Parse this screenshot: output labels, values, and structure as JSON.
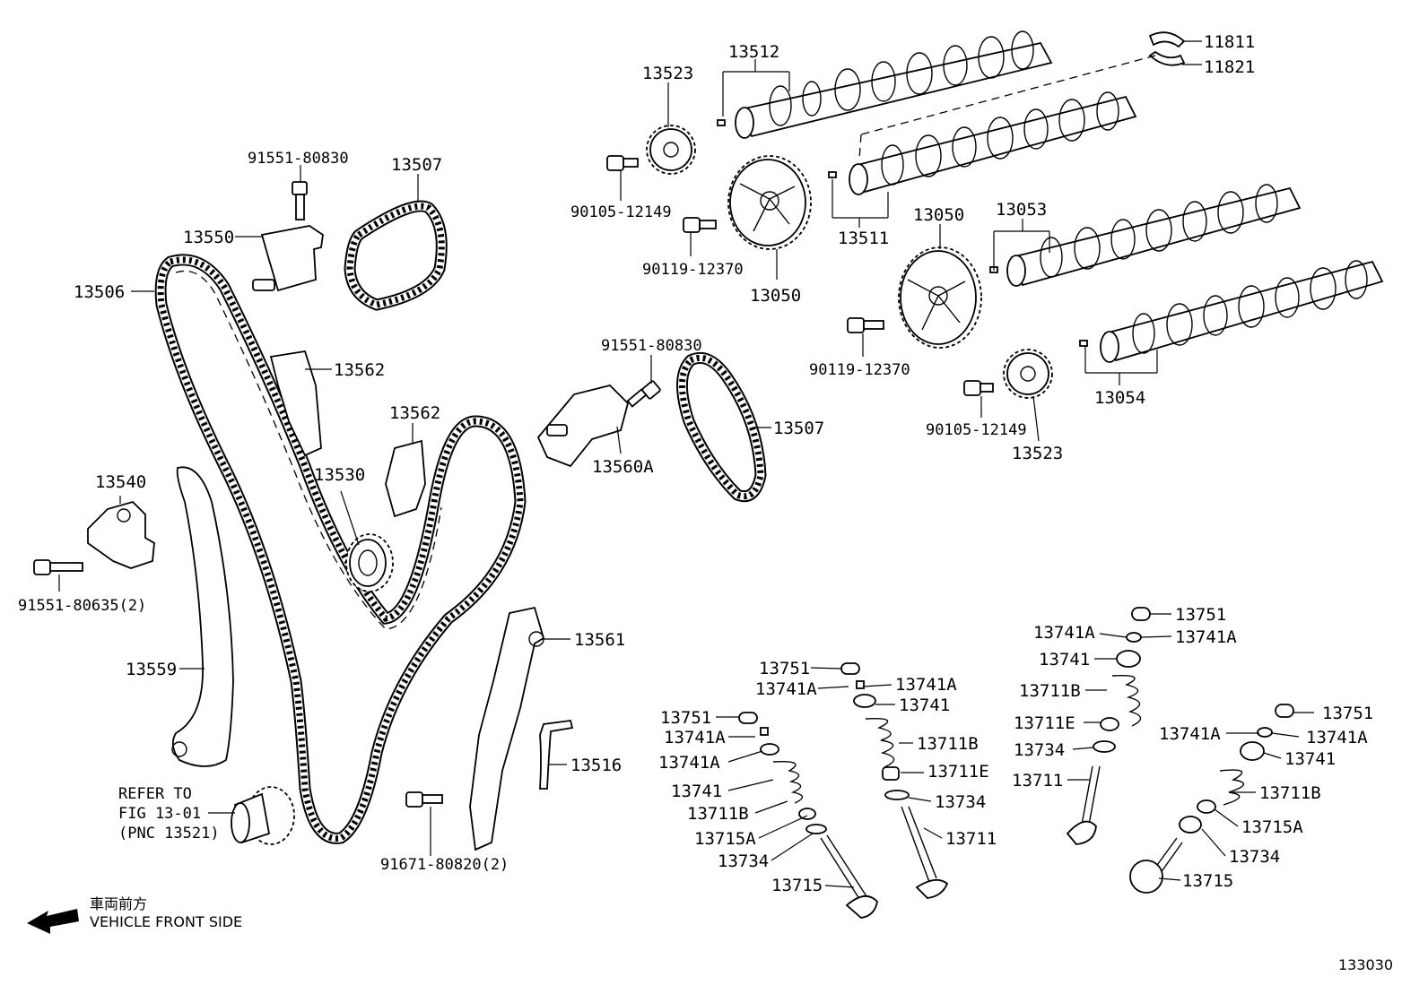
{
  "labels": {
    "p13512": "13512",
    "p13523_top": "13523",
    "p11811": "11811",
    "p11821": "11821",
    "p91551_80830_a": "91551-80830",
    "p13507_a": "13507",
    "p90105_12149_a": "90105-12149",
    "p13550": "13550",
    "p90119_12370_a": "90119-12370",
    "p13050_a": "13050",
    "p13511": "13511",
    "p13050_b": "13050",
    "p13053": "13053",
    "p13506": "13506",
    "p13562_a": "13562",
    "p91551_80830_b": "91551-80830",
    "p90119_12370_b": "90119-12370",
    "p13562_b": "13562",
    "p13507_b": "13507",
    "p13054": "13054",
    "p90105_12149_b": "90105-12149",
    "p13530": "13530",
    "p13560A": "13560A",
    "p13523_bot": "13523",
    "p13540": "13540",
    "p91551_80635": "91551-80635(2)",
    "p13561": "13561",
    "p13751_r": "13751",
    "p13741A_r1": "13741A",
    "p13741A_r2": "13741A",
    "p13741_r": "13741",
    "p13559": "13559",
    "p13751_m": "13751",
    "p13741A_m1": "13741A",
    "p13741A_m2": "13741A",
    "p13741_m": "13741",
    "p13711B_r": "13711B",
    "p13751_l": "13751",
    "p13711E_r": "13711E",
    "p13751_fr": "13751",
    "p13741A_l1": "13741A",
    "p13711B_m": "13711B",
    "p13741A_fr1": "13741A",
    "p13741A_fr2": "13741A",
    "p13734_r": "13734",
    "p13741A_l2": "13741A",
    "p13741_fr": "13741",
    "p13516": "13516",
    "p13711E_m": "13711E",
    "p13711_r": "13711",
    "p13741_l": "13741",
    "p13711B_fr": "13711B",
    "p13734_m": "13734",
    "p13711B_l": "13711B",
    "p13715A_fr": "13715A",
    "p13711_m": "13711",
    "p13715A_l": "13715A",
    "p13734_fr": "13734",
    "p13734_l": "13734",
    "p91671_80820": "91671-80820(2)",
    "p13715_fr": "13715",
    "p13715_l": "13715"
  },
  "refer_note": {
    "line1": "REFER TO",
    "line2": "FIG 13-01",
    "line3": "(PNC 13521)"
  },
  "front_indicator": {
    "japanese": "車両前方",
    "english": "VEHICLE FRONT SIDE",
    "icon": "arrow-left-icon"
  },
  "figure_number": "133030"
}
